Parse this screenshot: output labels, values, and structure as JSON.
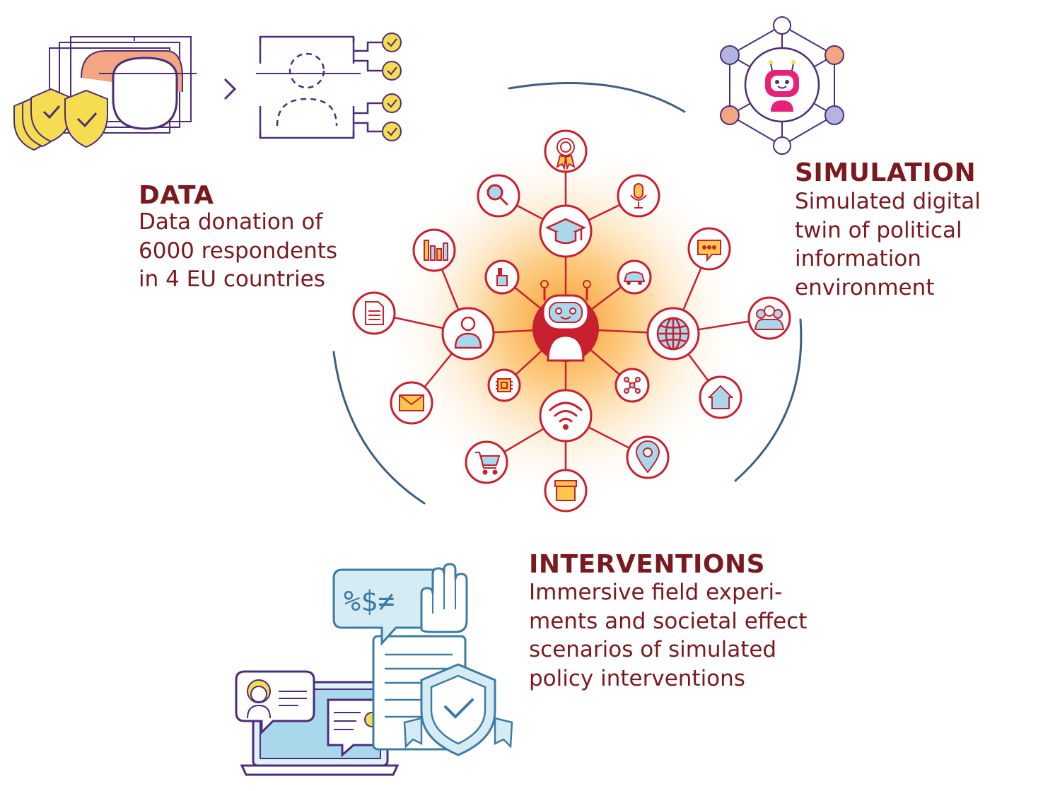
{
  "data_section": {
    "heading": "DATA",
    "lines": [
      "Data donation of",
      "6000 respondents",
      "in 4 EU countries"
    ]
  },
  "simulation_section": {
    "heading": "SIMULATION",
    "lines": [
      "Simulated digital",
      "twin of political",
      "information",
      "environment"
    ]
  },
  "interventions_section": {
    "heading": "INTERVENTIONS",
    "lines": [
      "Immersive field experi-",
      "ments and societal effect",
      "scenarios of simulated",
      "policy interventions"
    ]
  },
  "illustration_symbols": "%$≠",
  "colors": {
    "text": "#7a1a1f",
    "network_red": "#c8202e",
    "arc_blue": "#3d5f80",
    "glow": "#f7941d",
    "shield_yellow": "#f5dc50",
    "purple_outline": "#4b2d7a",
    "light_blue": "#a9d7ec",
    "robot_pink": "#e6217a"
  },
  "icons": {
    "center": "robot-icon",
    "inner_ring": [
      "graduation-cap-icon",
      "car-icon",
      "globe-icon",
      "network-icon",
      "wifi-icon",
      "chip-icon",
      "user-icon",
      "factory-icon"
    ],
    "outer_ring": [
      "award-icon",
      "microphone-icon",
      "chat-bubble-icon",
      "group-icon",
      "home-icon",
      "location-pin-icon",
      "box-icon",
      "cart-icon",
      "mail-icon",
      "document-icon",
      "bar-chart-icon",
      "search-icon"
    ]
  }
}
